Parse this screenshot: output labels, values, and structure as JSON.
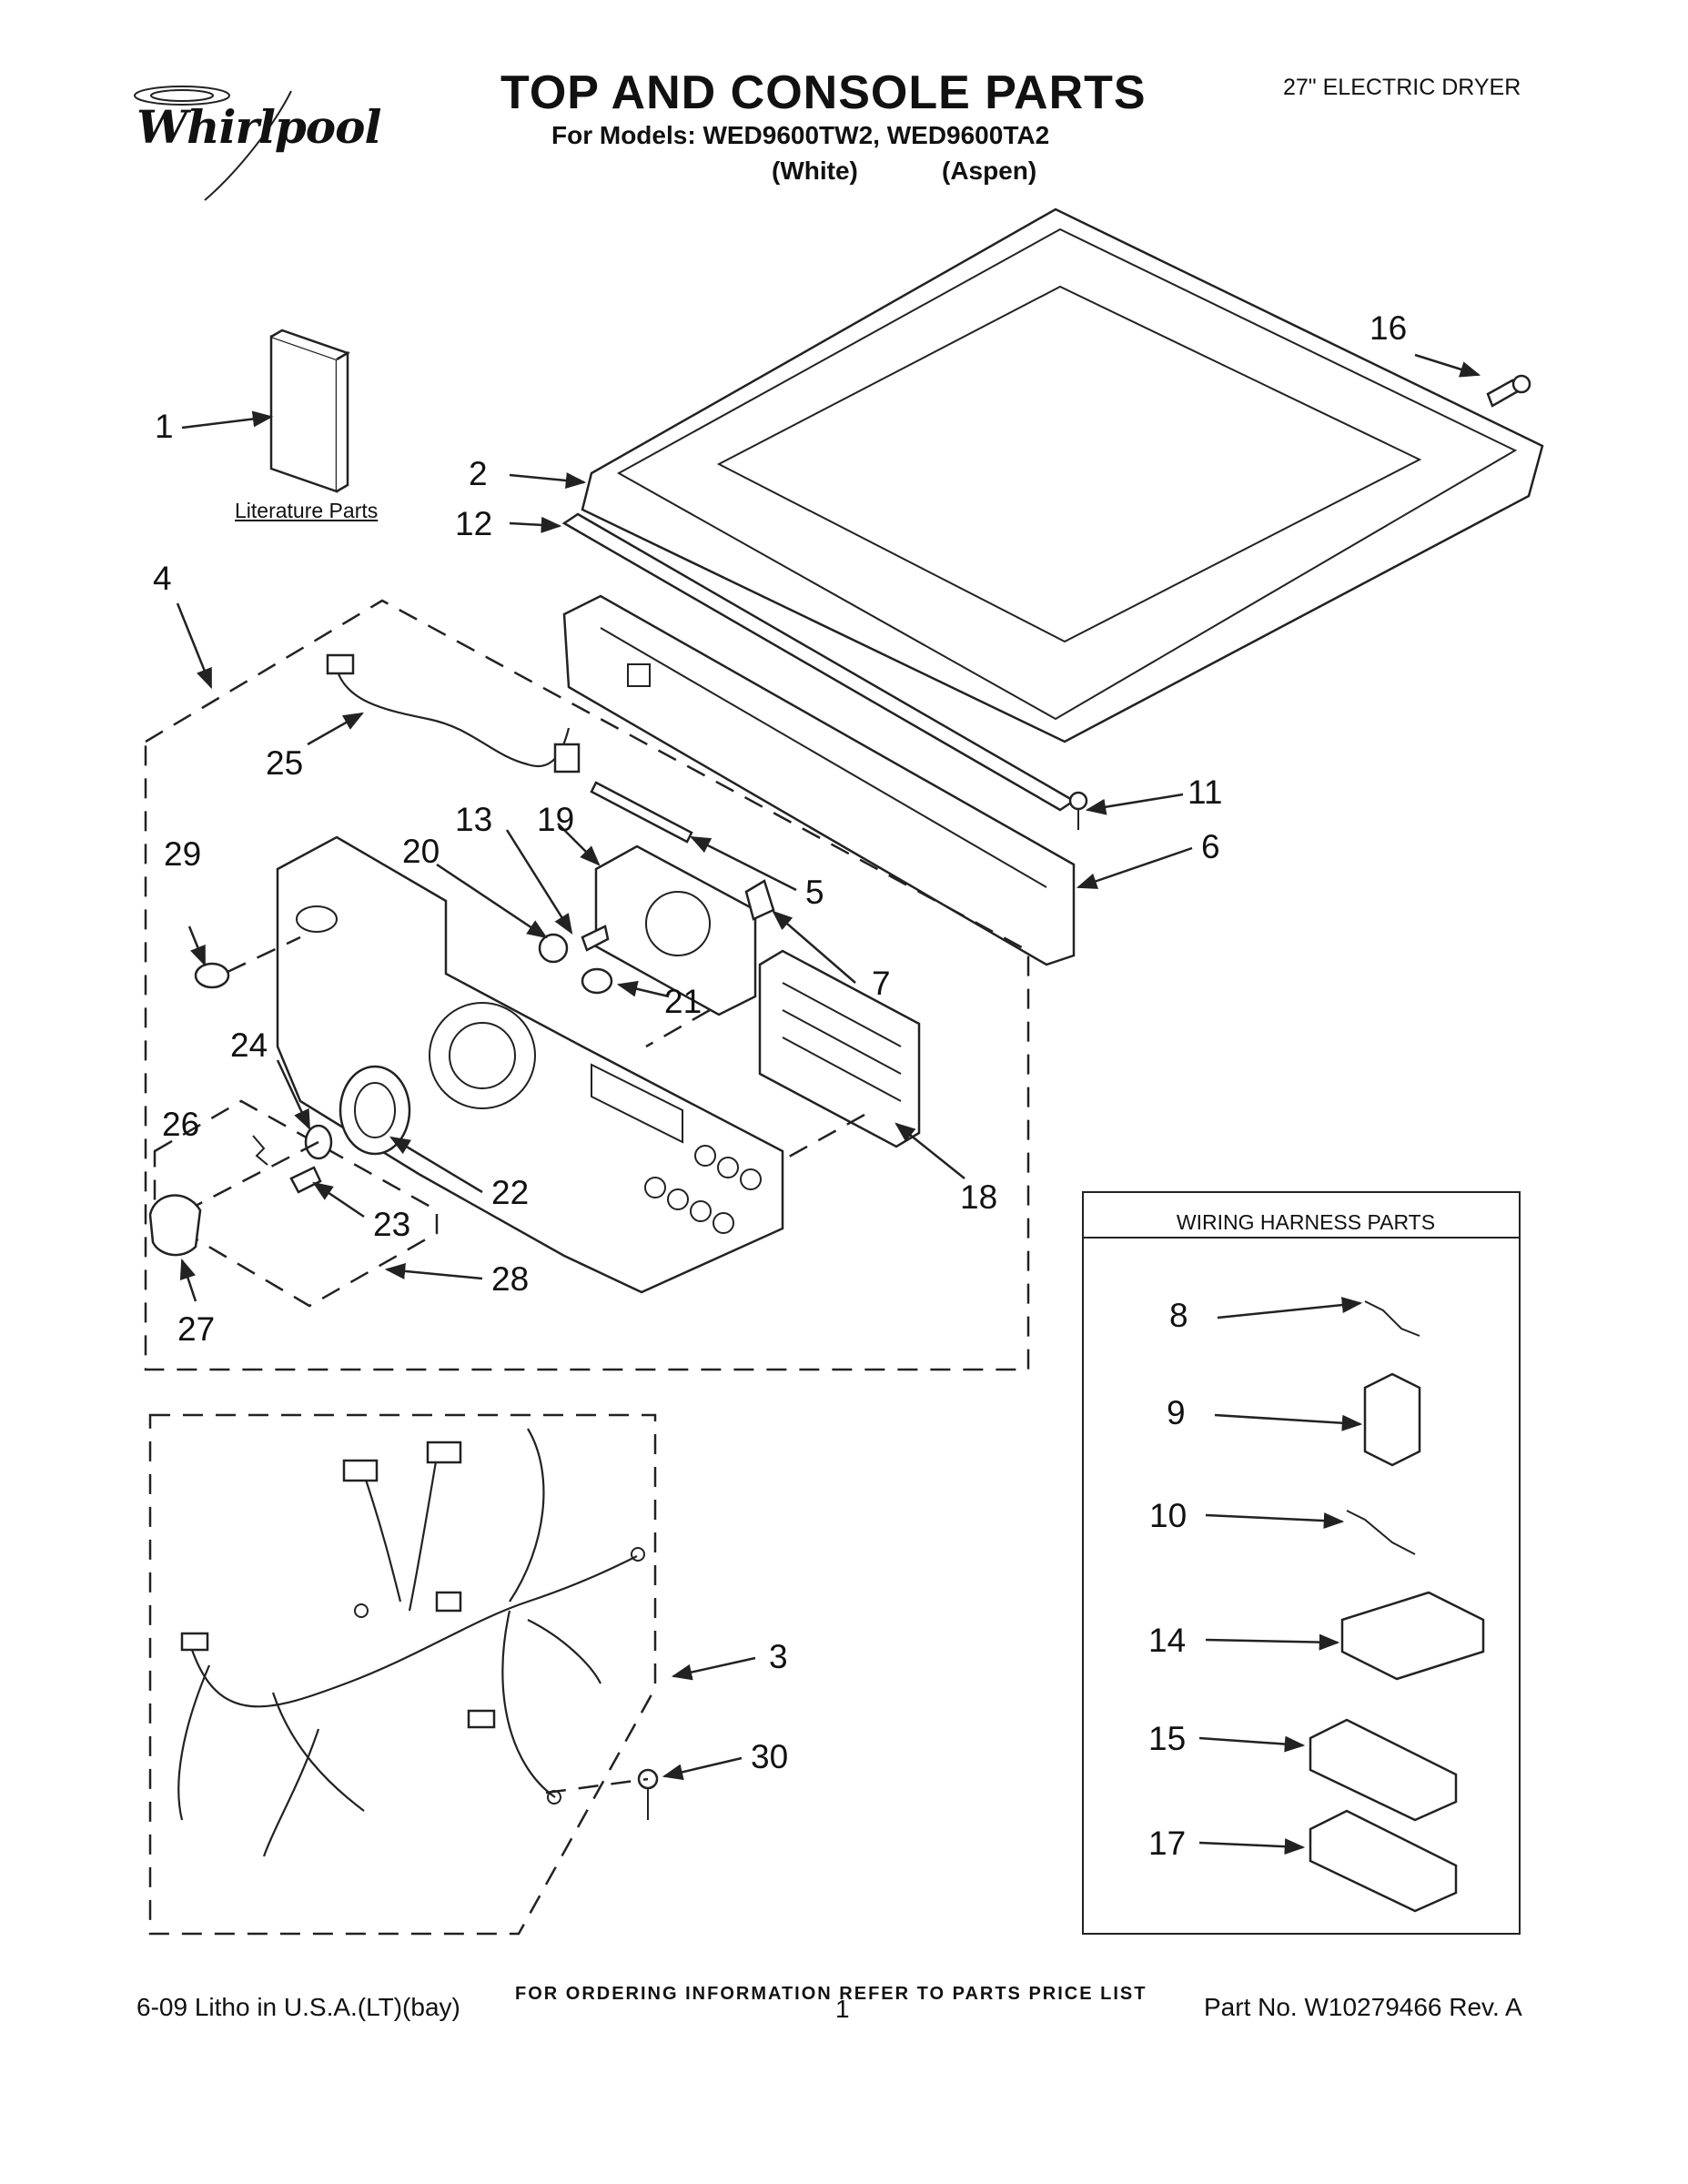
{
  "brand": {
    "logo_text": "Whirlpool"
  },
  "header": {
    "title": "TOP AND CONSOLE PARTS",
    "subtitle": "For Models: WED9600TW2, WED9600TA2",
    "color_white": "(White)",
    "color_aspen": "(Aspen)",
    "product_type": "27\" ELECTRIC DRYER"
  },
  "labels": {
    "literature_parts": "Literature Parts",
    "wiring_harness_parts": "WIRING HARNESS PARTS"
  },
  "callouts": {
    "c1": "1",
    "c2": "2",
    "c3": "3",
    "c4": "4",
    "c5": "5",
    "c6": "6",
    "c7": "7",
    "c8": "8",
    "c9": "9",
    "c10": "10",
    "c11": "11",
    "c12": "12",
    "c13": "13",
    "c14": "14",
    "c15": "15",
    "c16": "16",
    "c17": "17",
    "c18": "18",
    "c19": "19",
    "c20": "20",
    "c21": "21",
    "c22": "22",
    "c23": "23",
    "c24": "24",
    "c25": "25",
    "c26": "26",
    "c27": "27",
    "c28": "28",
    "c29": "29",
    "c30": "30"
  },
  "footer": {
    "ordering_info": "FOR ORDERING INFORMATION REFER TO PARTS PRICE LIST",
    "litho": "6-09 Litho in U.S.A.(LT)(bay)",
    "page_number": "1",
    "part_number": "Part No. W10279466 Rev. A"
  }
}
